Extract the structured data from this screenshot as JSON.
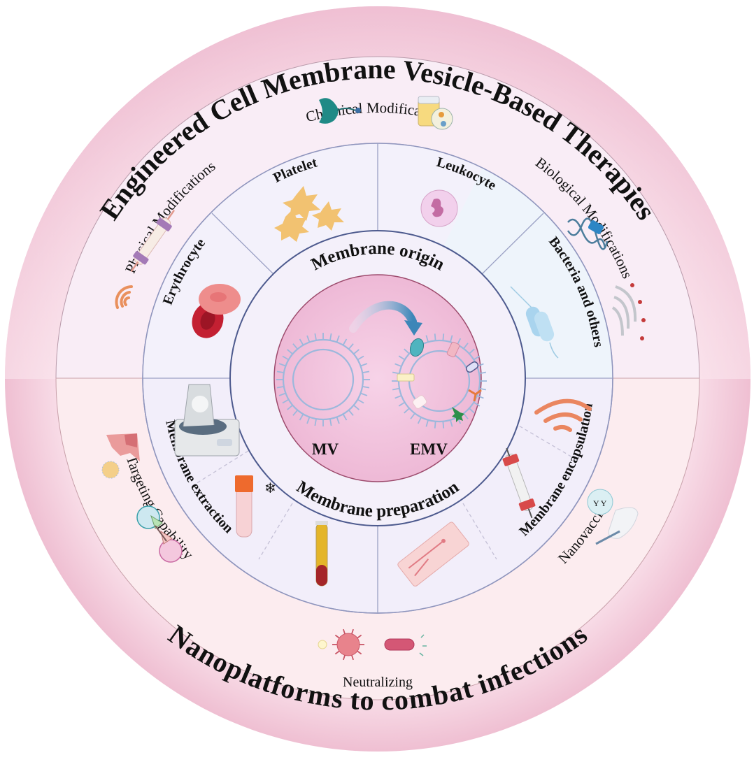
{
  "diagram": {
    "title_top": "Engineered Cell Membrane Vesicle-Based Therapies",
    "title_bottom": "Nanoplatforms to combat infections",
    "modifications": {
      "chemical": "Chemical Modifications",
      "physical": "Physical Modifications",
      "biological": "Biological Modifications"
    },
    "applications": {
      "targeting": "Targeting Capability",
      "nanovaccines": "Nanovaccines",
      "neutralizing": "Neutralizing"
    },
    "membrane_origin": {
      "label": "Membrane origin",
      "sources": [
        "Erythrocyte",
        "Platelet",
        "Leukocyte",
        "Bacteria and others"
      ]
    },
    "membrane_preparation": {
      "label": "Membrane preparation",
      "methods": [
        "Membrane extraction",
        "Membrane encapsulation"
      ]
    },
    "core": {
      "left_label": "MV",
      "right_label": "EMV"
    },
    "icons": [
      "receptor-ligand-icon",
      "beaker-nanoparticle-icon",
      "extruder-icon",
      "ultrasound-wave-icon",
      "dna-edit-icon",
      "golgi-icon",
      "red-blood-cell-icon",
      "platelet-icon",
      "leukocyte-icon",
      "bacteria-icon",
      "centrifuge-icon",
      "frozen-tube-icon",
      "blood-tube-icon",
      "microfluidic-chip-icon",
      "ultrasound-wave-icon",
      "extruder-icon",
      "tissue-targeting-icon",
      "binding-arrows-icon",
      "vaccine-injection-icon",
      "virus-icon",
      "bacterium-rod-icon"
    ],
    "colors": {
      "outer_band": "#f2c6d6",
      "mod_ring_top": "#f9ecf6",
      "mod_ring_bottom": "#fcecef",
      "sector_ring": "#f1eefa",
      "core": "#f2c4de",
      "ring_line": "#5a6a9a",
      "core_line": "#a0506e"
    }
  }
}
